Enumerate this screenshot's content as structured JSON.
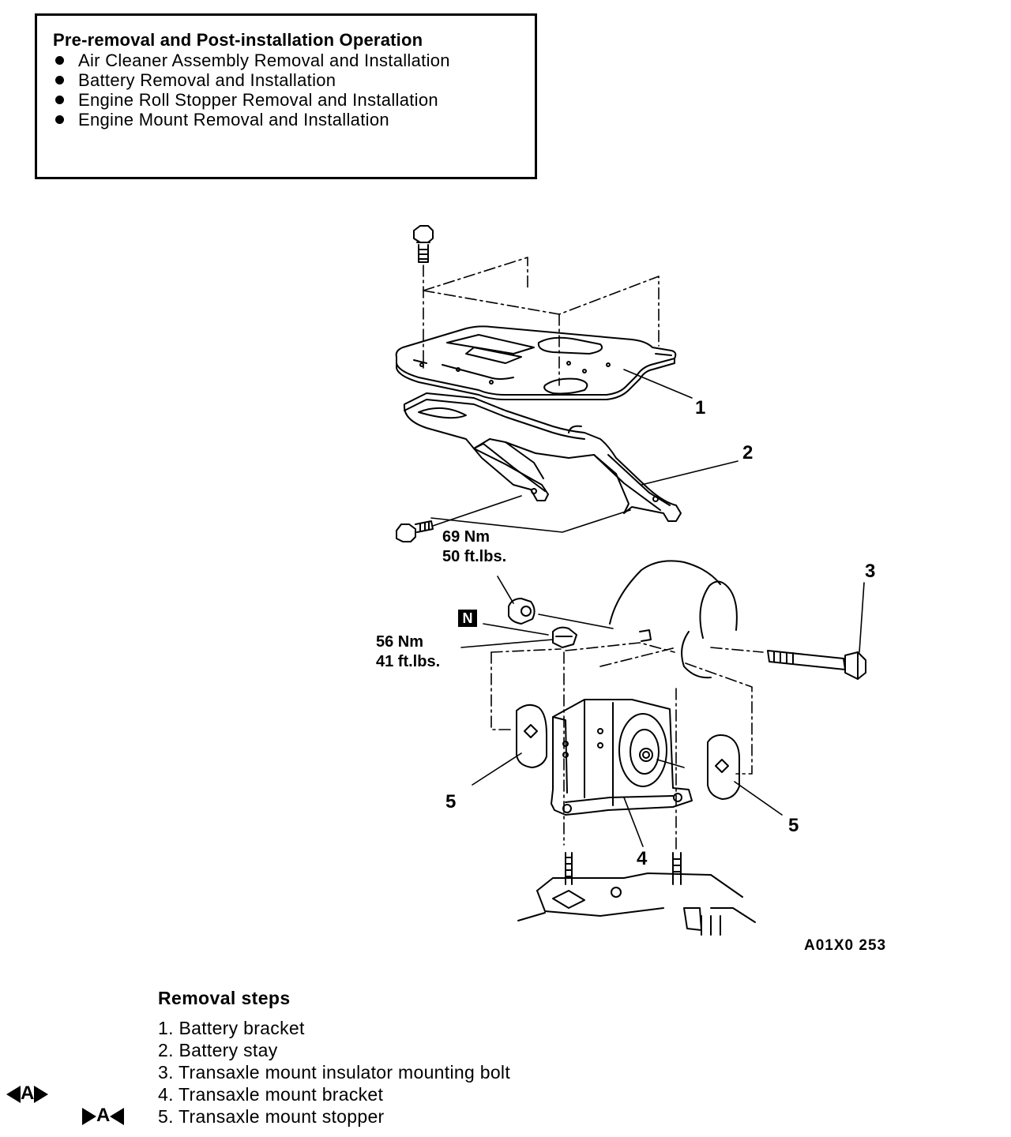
{
  "preop": {
    "title": "Pre-removal and Post-installation Operation",
    "items": [
      "Air Cleaner Assembly Removal and Installation",
      "Battery Removal and Installation",
      "Engine Roll Stopper Removal and Installation",
      "Engine Mount Removal and Installation"
    ]
  },
  "diagram": {
    "callouts": [
      "1",
      "2",
      "3",
      "4",
      "5",
      "5"
    ],
    "torque_upper": [
      "69 Nm",
      "50 ft.lbs."
    ],
    "torque_lower": [
      "56 Nm",
      "41 ft.lbs."
    ],
    "n_mark": "N",
    "figure_code": "A01X0 253"
  },
  "removal": {
    "title": "Removal steps",
    "steps": [
      "1. Battery bracket",
      "2. Battery stay",
      "3. Transaxle mount insulator mounting bolt",
      "4. Transaxle mount bracket",
      "5. Transaxle mount stopper"
    ],
    "mark_a_out": "A",
    "mark_a_in": "A"
  }
}
